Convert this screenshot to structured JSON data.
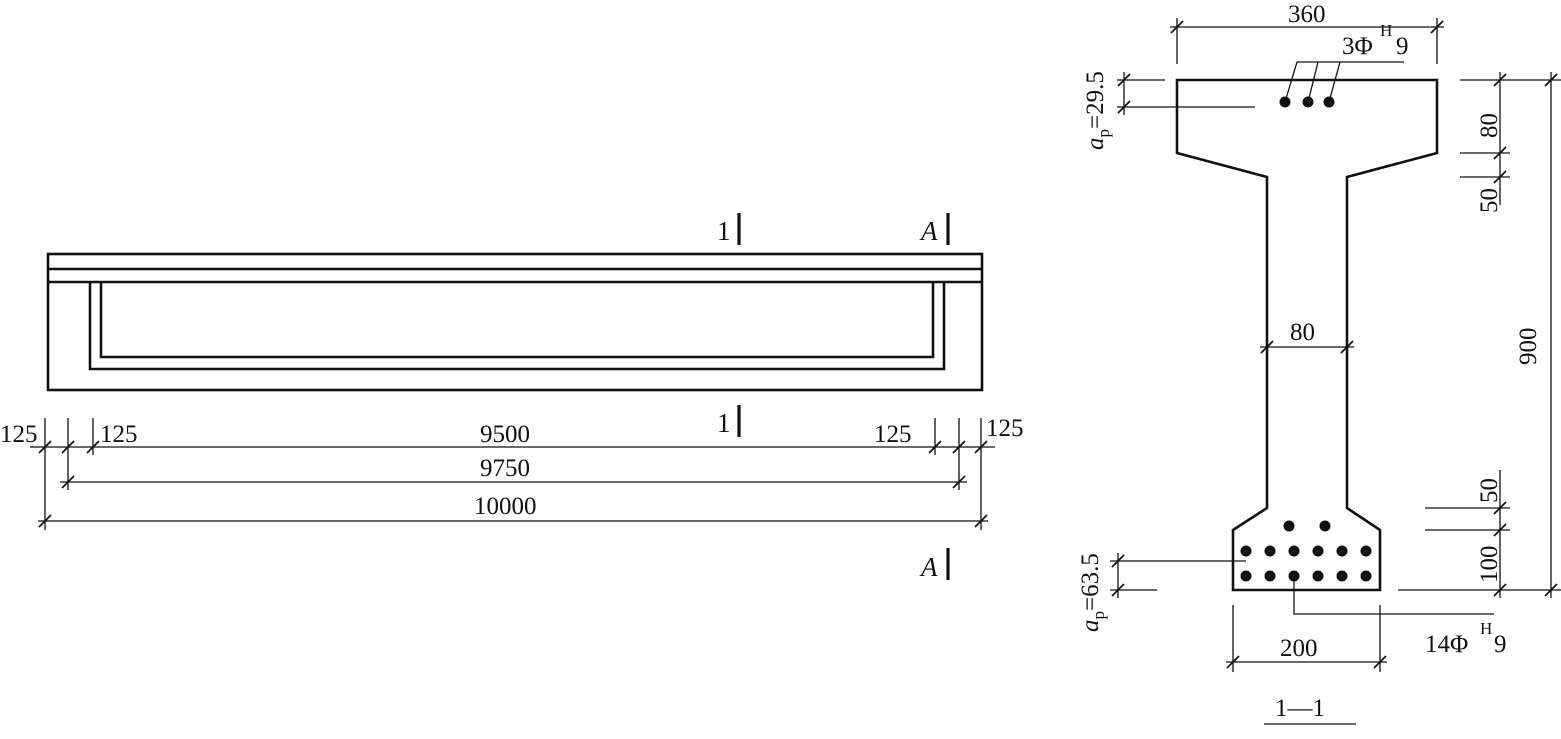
{
  "elevation": {
    "section_mark_1": "1",
    "section_mark_A": "A",
    "dims": {
      "end_left_outer": "125",
      "end_left_inner": "125",
      "middle": "9500",
      "end_right_inner": "125",
      "end_right_outer": "125",
      "between_supports": "9750",
      "total_length": "10000"
    }
  },
  "section": {
    "dims": {
      "flange_width": "360",
      "flange_thickness": "80",
      "haunch": "50",
      "web_width": "80",
      "total_height": "900",
      "bottom_haunch": "50",
      "bottom_flange": "100",
      "bottom_width": "200"
    },
    "top_tendons": {
      "count": "3",
      "symbol": "Φ",
      "superscript": "H",
      "size": "9"
    },
    "bottom_tendons": {
      "count": "14",
      "symbol": "Φ",
      "superscript": "H",
      "size": "9"
    },
    "ap_top": {
      "symbol": "a",
      "subscript": "p",
      "value": "=29.5"
    },
    "ap_bottom": {
      "symbol": "a",
      "subscript": "p",
      "value": "=63.5"
    },
    "title": "1—1"
  }
}
